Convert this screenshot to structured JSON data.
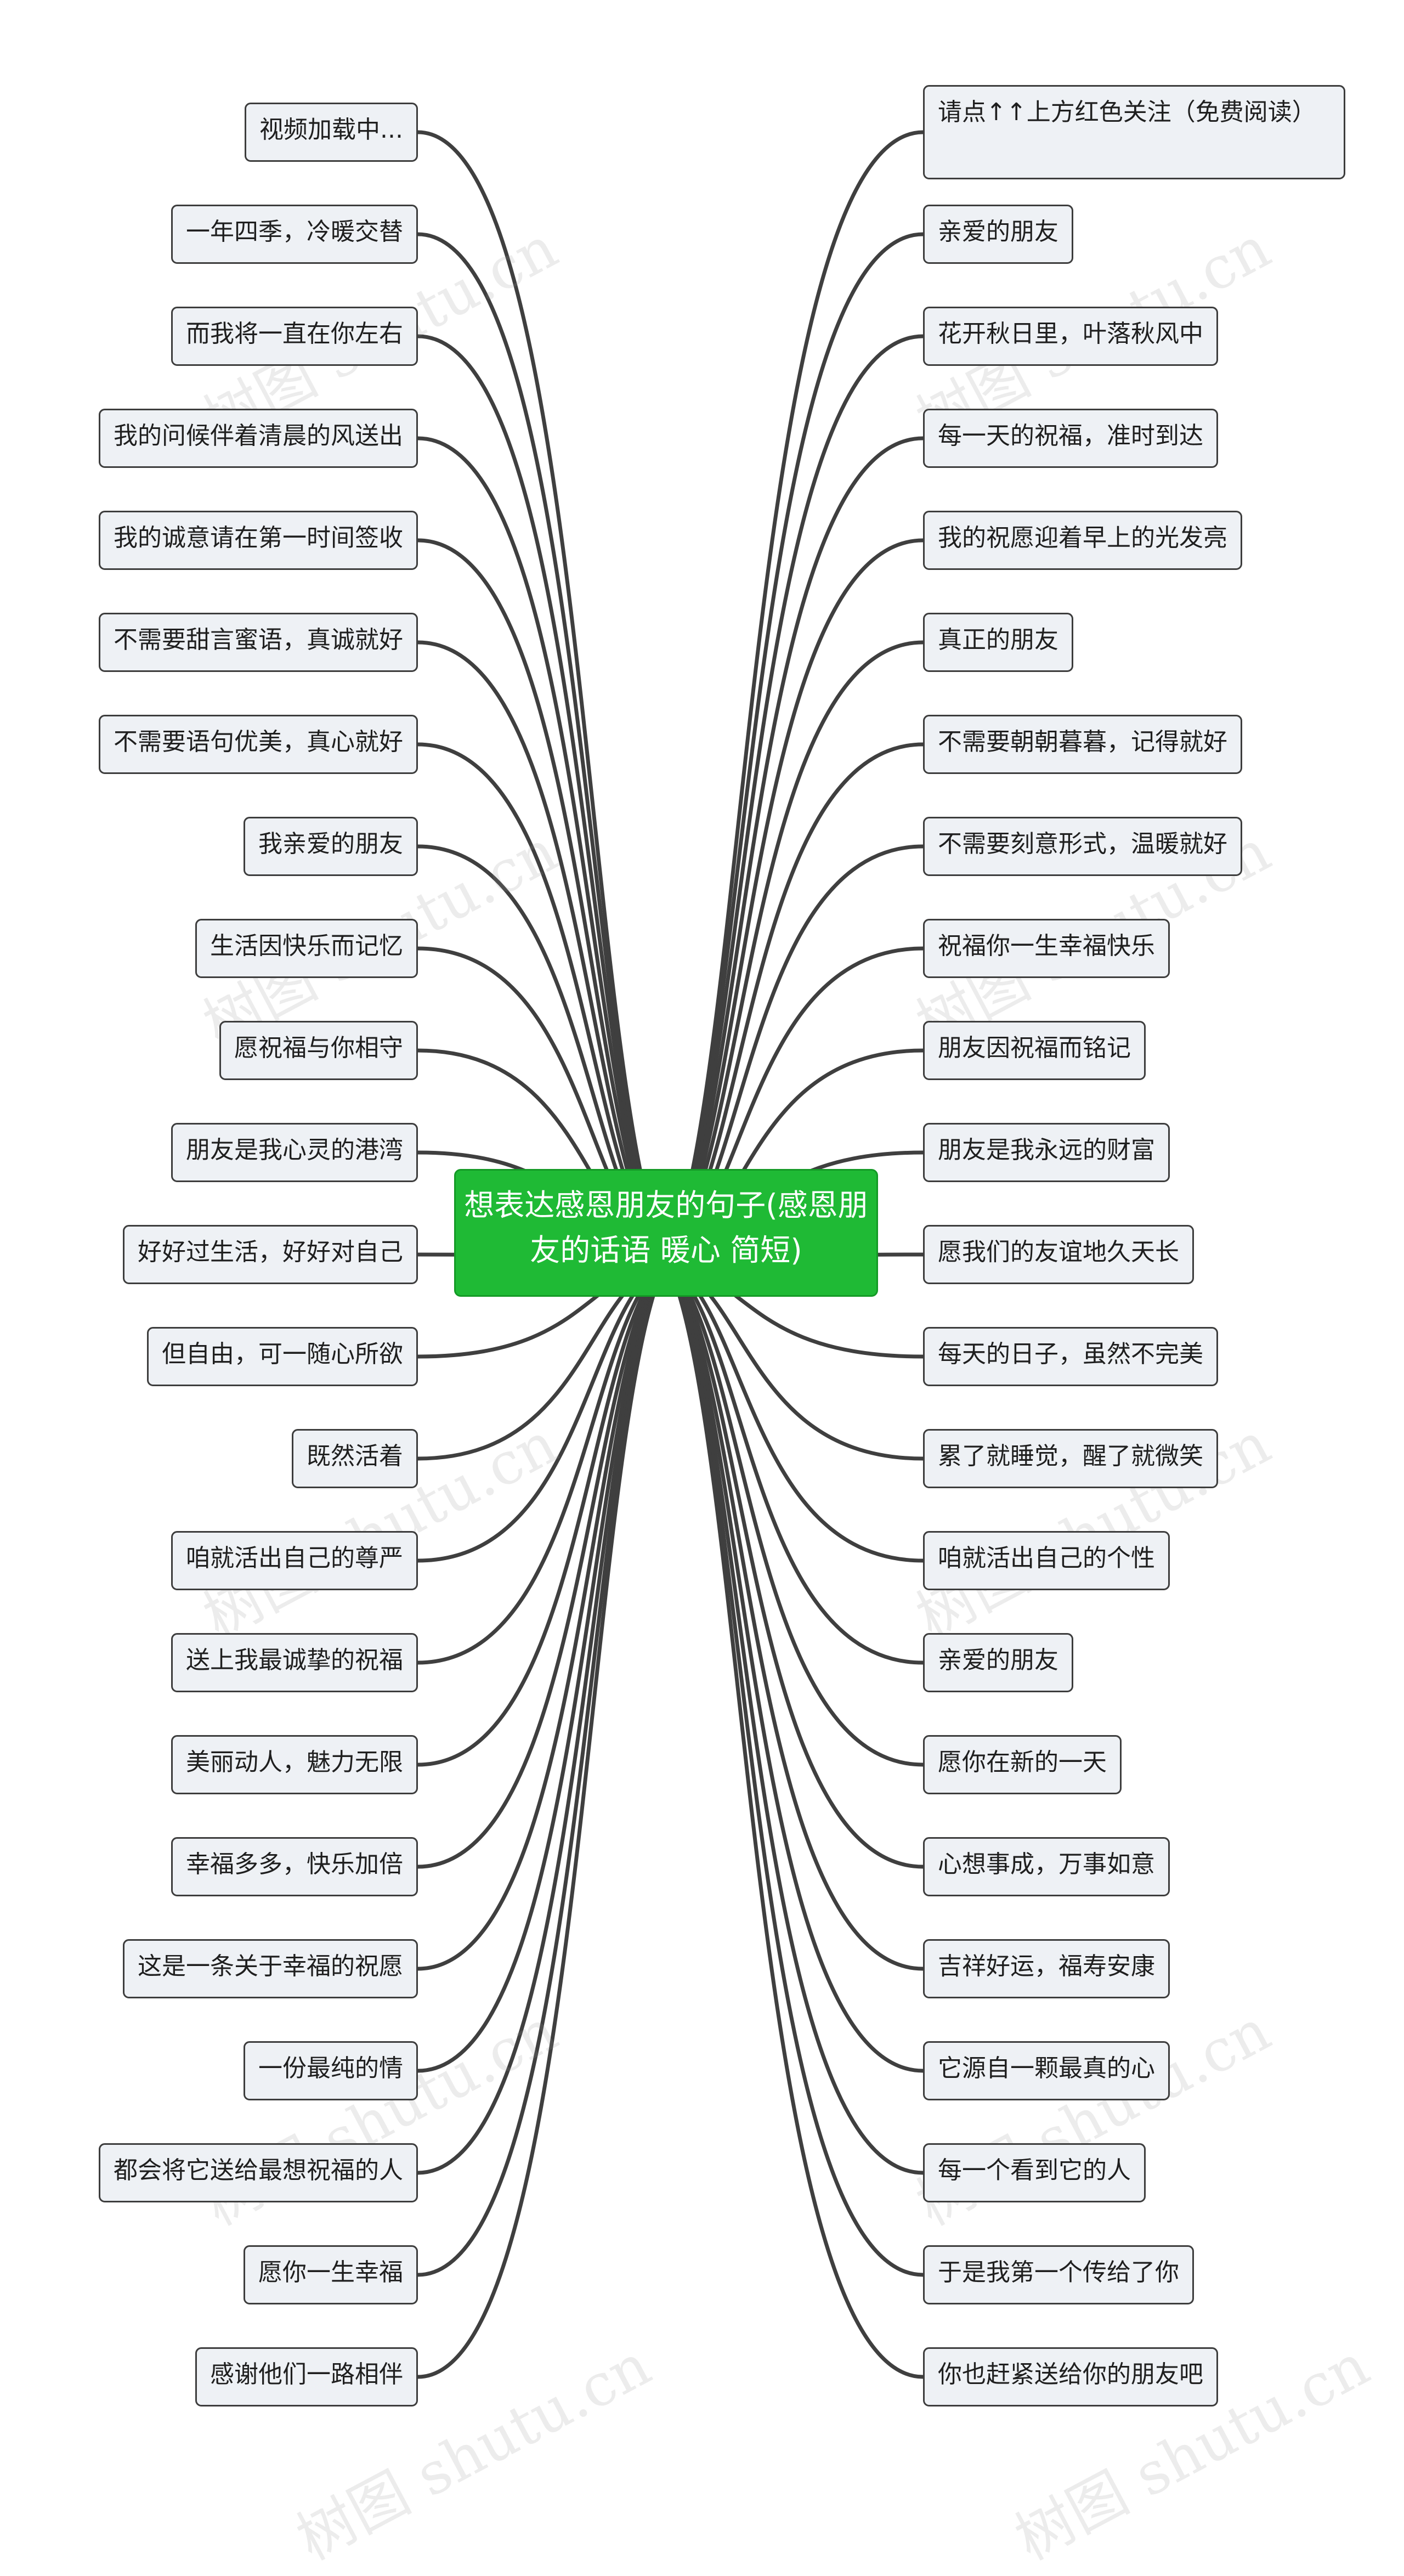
{
  "watermark": "树图 shutu.cn",
  "central_topic": "想表达感恩朋友的句子(感恩朋友的话语 暖心 简短)",
  "left_branches": [
    "视频加载中...",
    "一年四季，冷暖交替",
    "而我将一直在你左右",
    "我的问候伴着清晨的风送出",
    "我的诚意请在第一时间签收",
    "不需要甜言蜜语，真诚就好",
    "不需要语句优美，真心就好",
    "我亲爱的朋友",
    "生活因快乐而记忆",
    "愿祝福与你相守",
    "朋友是我心灵的港湾",
    "好好过生活，好好对自己",
    "但自由，可一随心所欲",
    "既然活着",
    "咱就活出自己的尊严",
    "送上我最诚挚的祝福",
    "美丽动人，魅力无限",
    "幸福多多，快乐加倍",
    "这是一条关于幸福的祝愿",
    "一份最纯的情",
    "都会将它送给最想祝福的人",
    "愿你一生幸福",
    "感谢他们一路相伴"
  ],
  "right_branches": [
    "请点↑↑上方红色关注（免费阅读）",
    "亲爱的朋友",
    "花开秋日里，叶落秋风中",
    "每一天的祝福，准时到达",
    "我的祝愿迎着早上的光发亮",
    "真正的朋友",
    "不需要朝朝暮暮，记得就好",
    "不需要刻意形式，温暖就好",
    "祝福你一生幸福快乐",
    "朋友因祝福而铭记",
    "朋友是我永远的财富",
    "愿我们的友谊地久天长",
    "每天的日子，虽然不完美",
    "累了就睡觉，醒了就微笑",
    "咱就活出自己的个性",
    "亲爱的朋友",
    "愿你在新的一天",
    "心想事成，万事如意",
    "吉祥好运，福寿安康",
    "它源自一颗最真的心",
    "每一个看到它的人",
    "于是我第一个传给了你",
    "你也赶紧送给你的朋友吧"
  ]
}
